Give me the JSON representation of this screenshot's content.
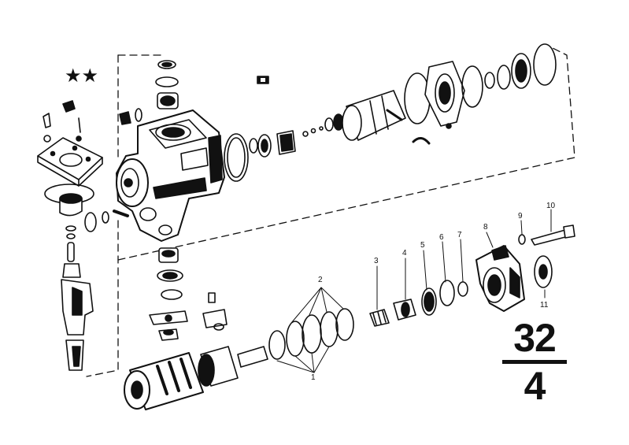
{
  "diagram": {
    "callouts": [
      "1",
      "2",
      "3",
      "4",
      "5",
      "6",
      "7",
      "8",
      "9",
      "10",
      "11"
    ],
    "group_code": {
      "major": "32",
      "minor": "4"
    },
    "stars": "★★"
  },
  "colors": {
    "ink": "#111111",
    "paper": "#ffffff"
  }
}
